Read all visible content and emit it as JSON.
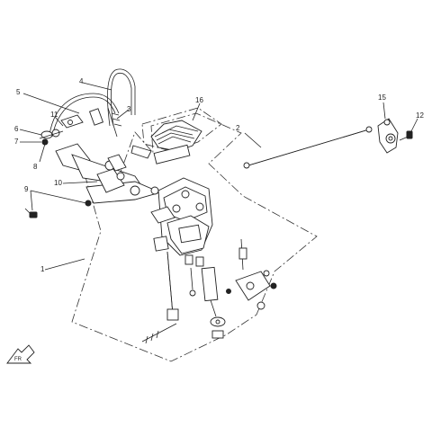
{
  "diagram": {
    "callouts": [
      "1",
      "2",
      "3",
      "4",
      "5",
      "6",
      "7",
      "8",
      "9",
      "10",
      "11",
      "12",
      "15",
      "16"
    ],
    "orientation_mark": "FR"
  }
}
